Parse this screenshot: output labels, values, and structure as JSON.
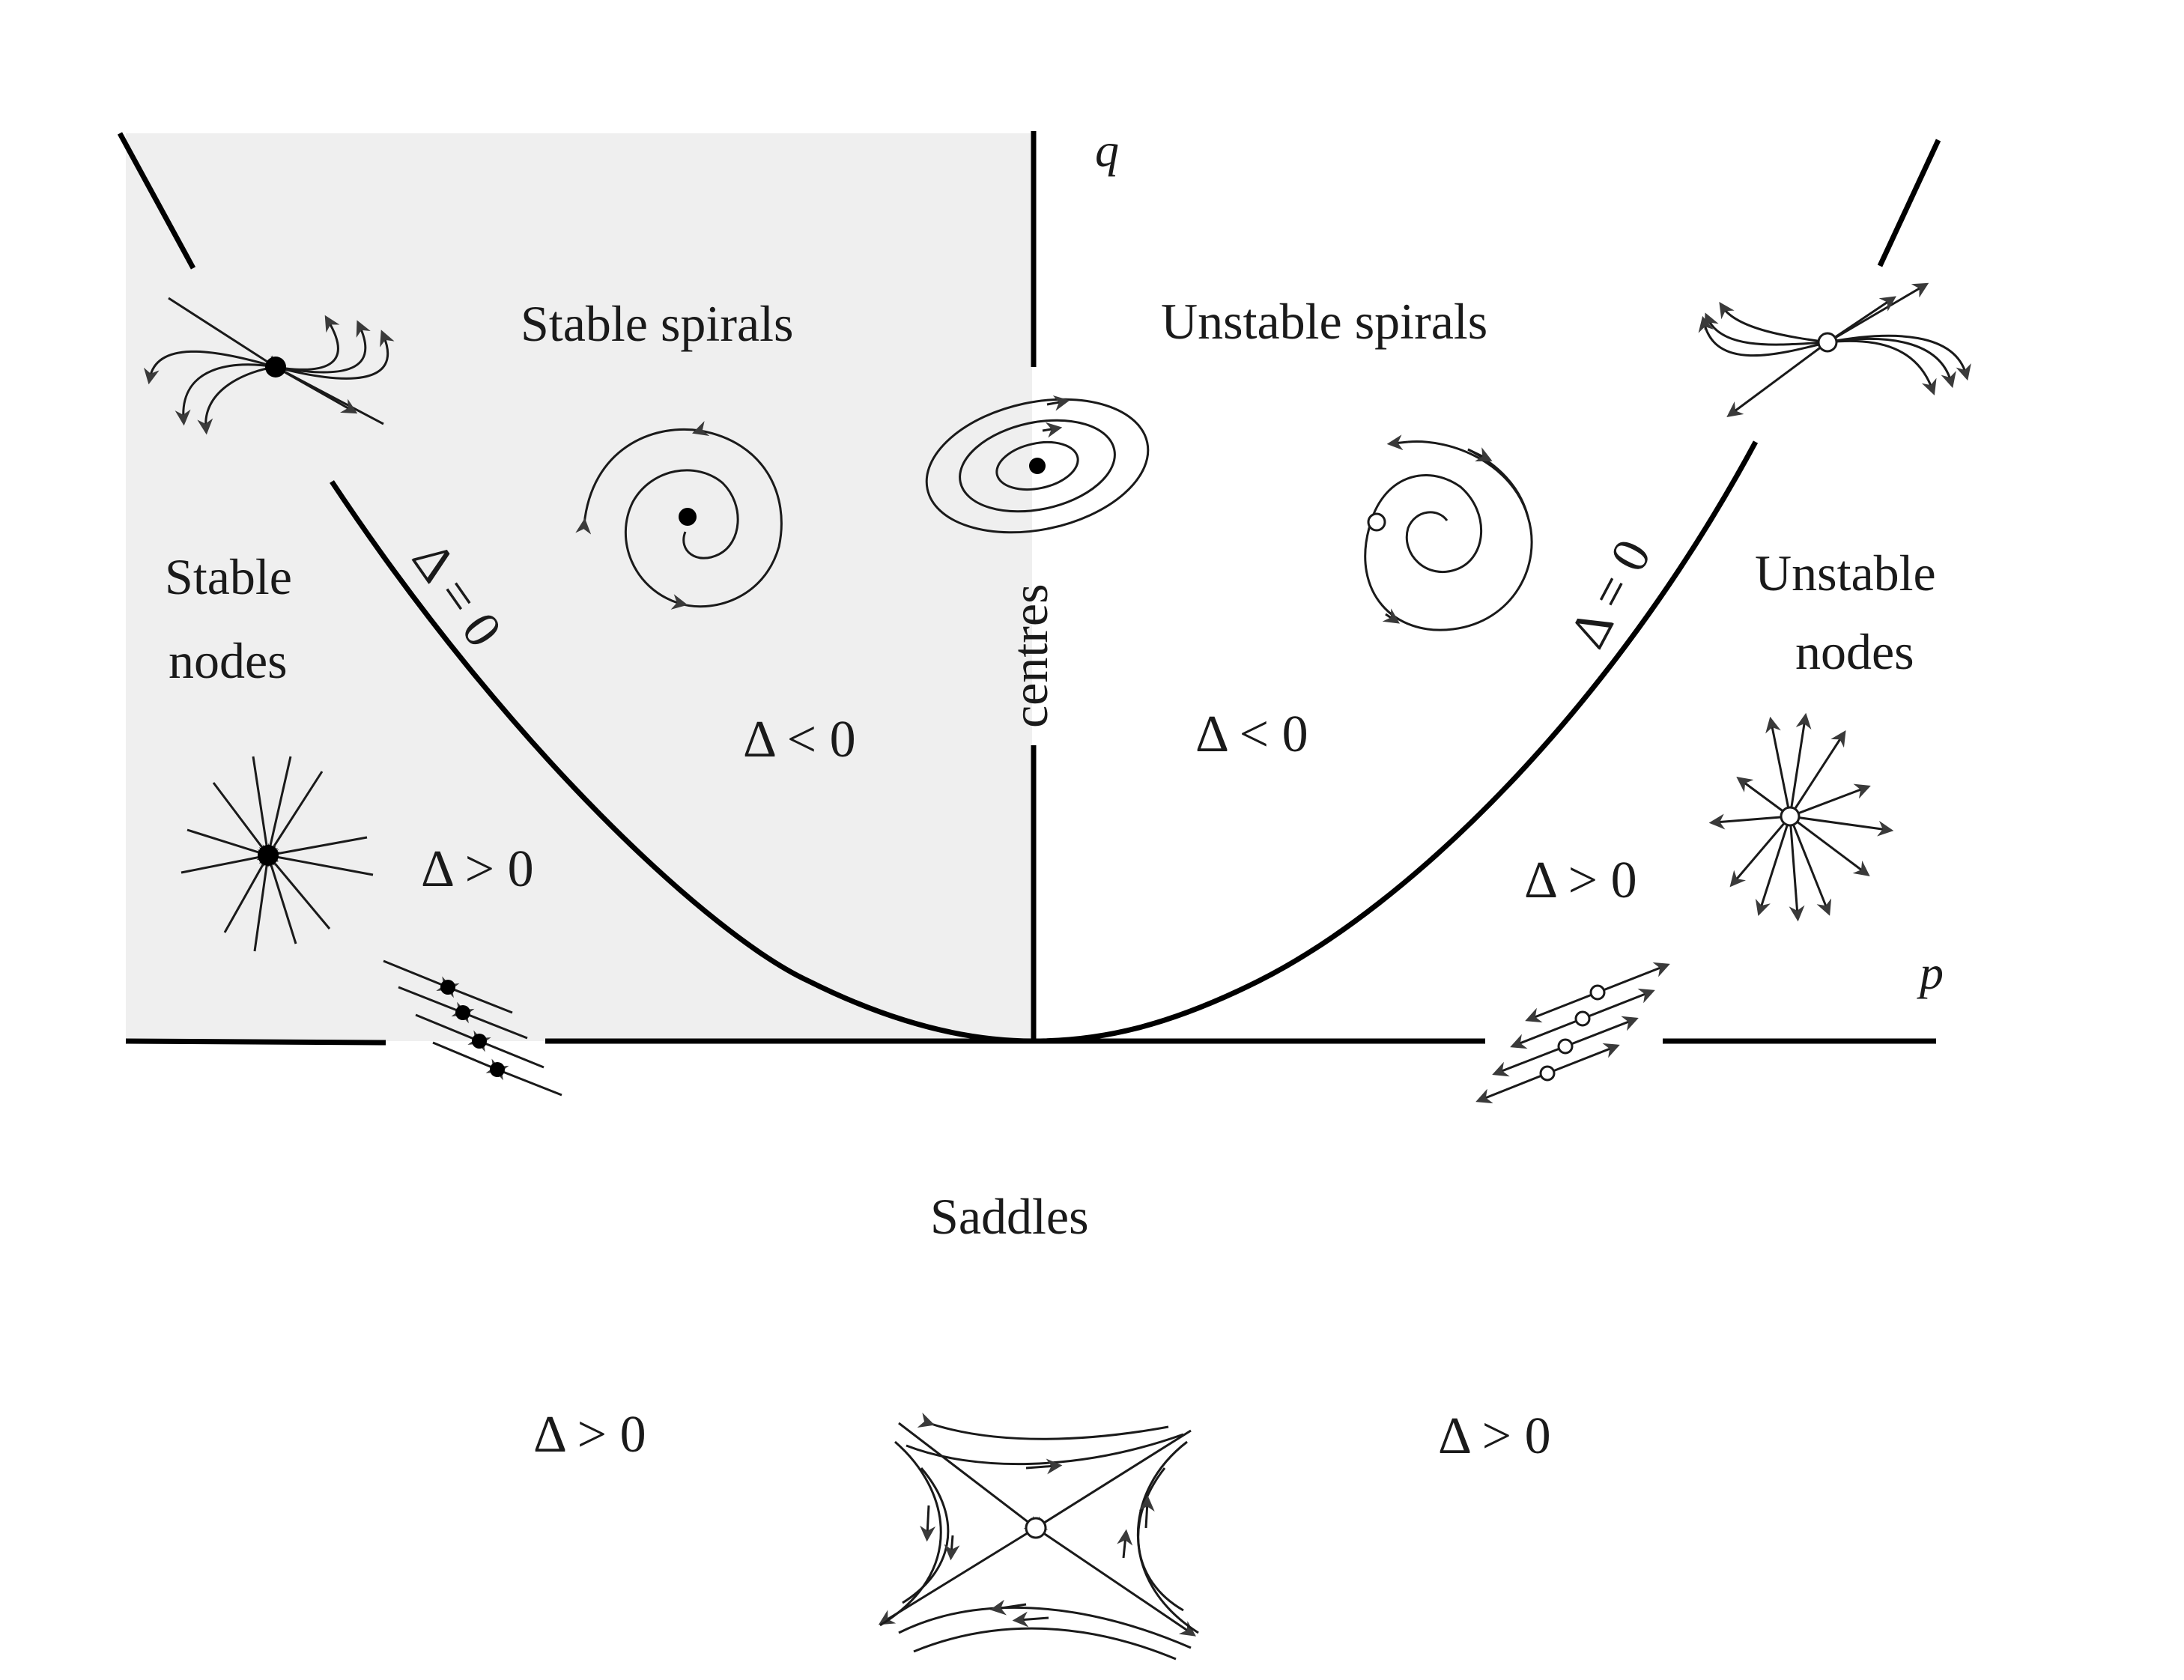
{
  "axes": {
    "horizontal": "p",
    "vertical": "q"
  },
  "regions": {
    "stable_spirals": "Stable spirals",
    "unstable_spirals": "Unstable spirals",
    "stable_nodes_line1": "Stable",
    "stable_nodes_line2": "nodes",
    "unstable_nodes_line1": "Unstable",
    "unstable_nodes_line2": "nodes",
    "centres": "centres",
    "saddles": "Saddles"
  },
  "conditions": {
    "parabola_left": "Δ = 0",
    "parabola_right": "Δ = 0",
    "spiral_left": "Δ < 0",
    "spiral_right": "Δ < 0",
    "node_left": "Δ > 0",
    "node_right": "Δ > 0",
    "saddle_left": "Δ > 0",
    "saddle_right": "Δ > 0"
  },
  "colors": {
    "stable_shading": "#efefef",
    "curve": "#000000",
    "trajectory": "#1a1a1a",
    "arrowhead": "#3a3a3a"
  },
  "icons": [
    "degenerate-stable-node-icon",
    "stable-star-node-icon",
    "stable-line-of-fixed-points-icon",
    "stable-spiral-icon",
    "centre-icon",
    "unstable-spiral-icon",
    "degenerate-unstable-node-icon",
    "unstable-star-node-icon",
    "unstable-line-of-fixed-points-icon",
    "saddle-icon"
  ]
}
